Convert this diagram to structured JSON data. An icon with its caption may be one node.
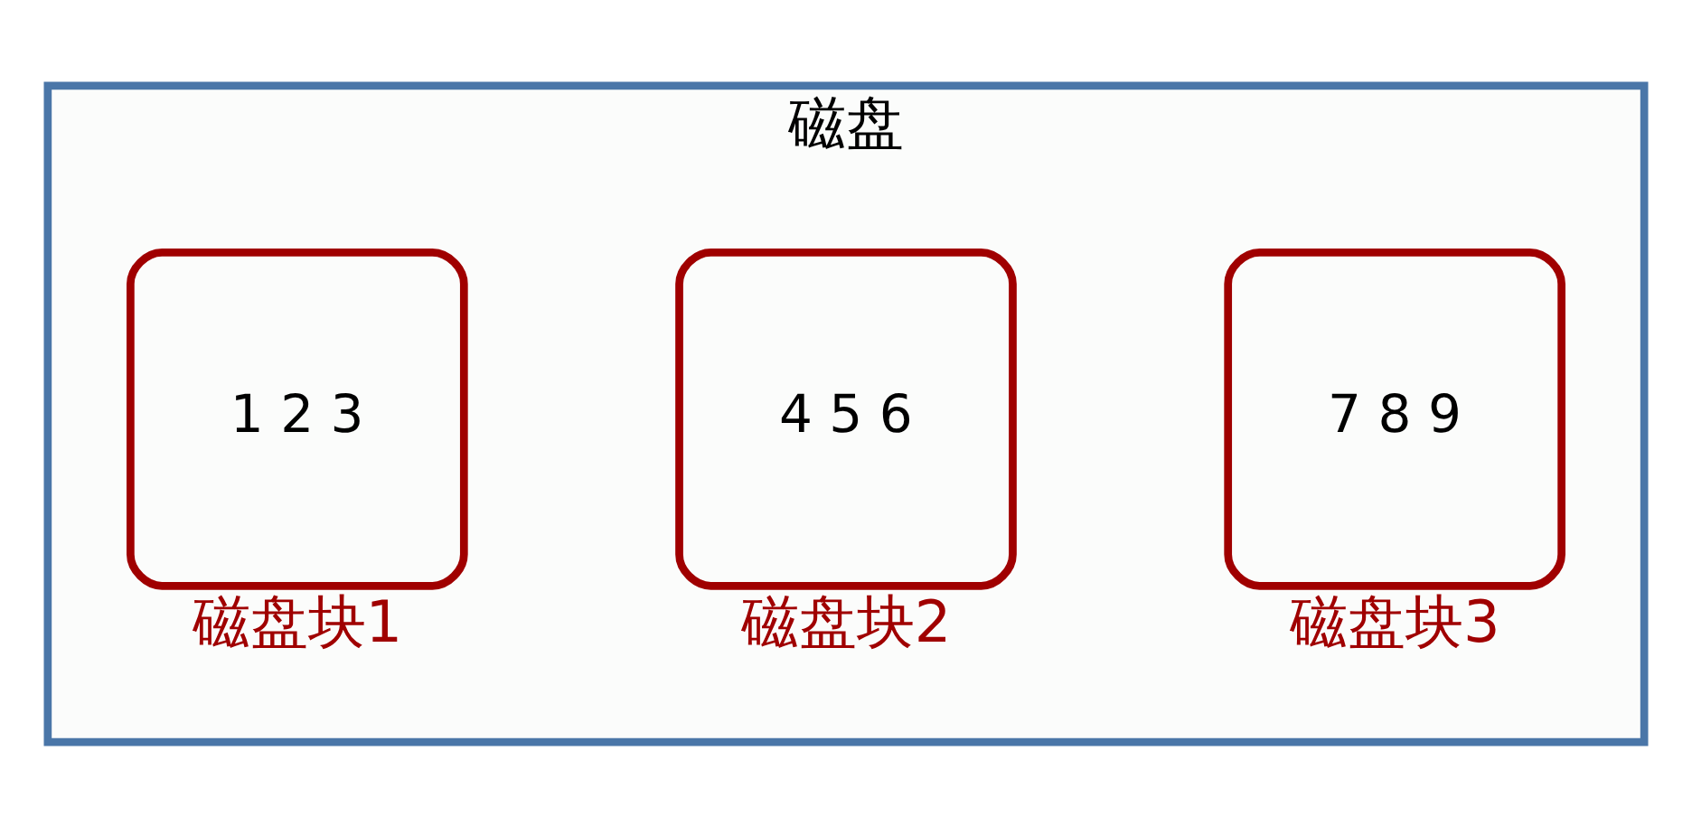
{
  "diagram": {
    "nodes": [
      {
        "text": [
          "磁盘"
        ]
      },
      {
        "text": [
          "1 2 3"
        ],
        "in": 0,
        "beside": [
          "磁盘块1"
        ]
      },
      {
        "text": [
          "4 5 6"
        ],
        "in": 0,
        "beside": [
          "磁盘块2"
        ]
      },
      {
        "text": [
          "7 8 9"
        ],
        "in": 0,
        "beside": [
          "磁盘块3"
        ]
      }
    ]
  }
}
